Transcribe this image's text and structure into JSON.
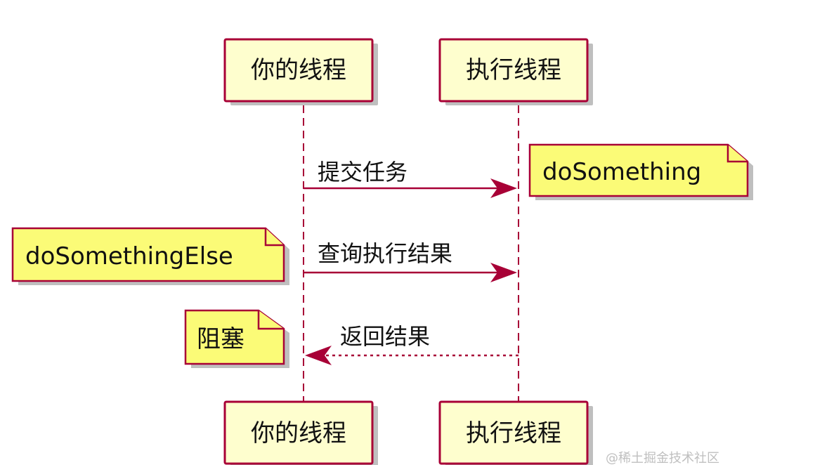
{
  "participants": {
    "caller": "你的线程",
    "executor": "执行线程"
  },
  "messages": {
    "submit": "提交任务",
    "query": "查询执行结果",
    "reply": "返回结果"
  },
  "notes": {
    "do_something": "doSomething",
    "do_something_else": "doSomethingElse",
    "blocked": "阻塞"
  },
  "watermark": "@稀土掘金技术社区",
  "colors": {
    "participant_fill": "#fefece",
    "border": "#a80036",
    "note_fill": "#fbfb77"
  }
}
